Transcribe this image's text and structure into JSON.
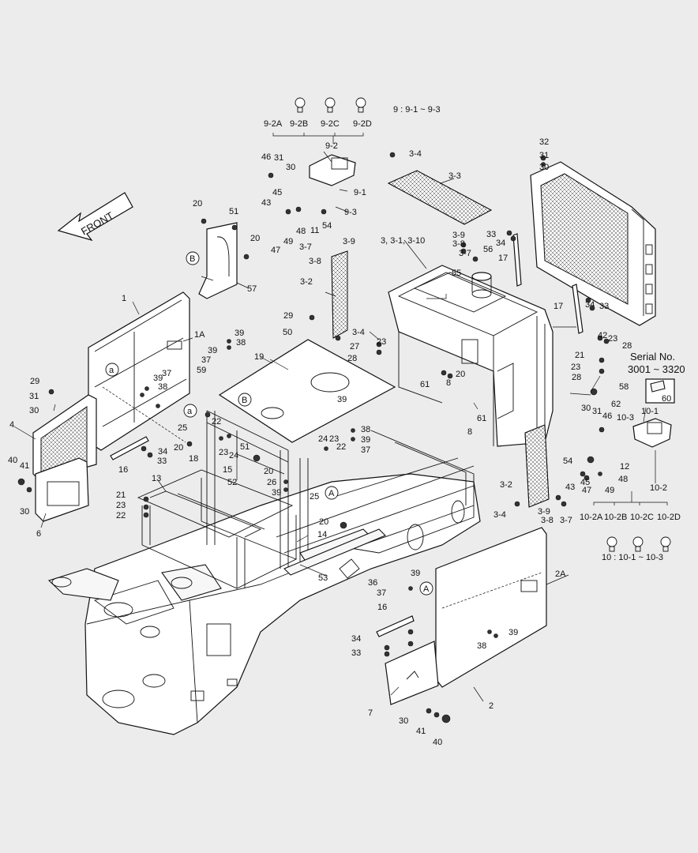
{
  "front_arrow": {
    "label": "FRONT"
  },
  "serial": {
    "title": "Serial No.",
    "range": "3001 ~ 3320"
  },
  "notes": {
    "group9": "9 : 9-1 ~ 9-3",
    "group10": "10 : 10-1 ~ 10-3"
  },
  "callouts": {
    "a": "a",
    "b": "B",
    "c": "A"
  },
  "part_numbers": [
    "1",
    "1A",
    "2",
    "2A",
    "3-2",
    "3-3",
    "3-4",
    "3-7",
    "3-8",
    "3-9",
    "3, 3-1, 3-10",
    "4",
    "6",
    "7",
    "8",
    "9-1",
    "9-2",
    "9-3",
    "9-2A",
    "9-2B",
    "9-2C",
    "9-2D",
    "10-1",
    "10-2",
    "10-3",
    "10-2A",
    "10-2B",
    "10-2C",
    "10-2D",
    "11",
    "12",
    "13",
    "14",
    "15",
    "16",
    "17",
    "18",
    "19",
    "20",
    "21",
    "22",
    "23",
    "24",
    "25",
    "26",
    "27",
    "28",
    "29",
    "30",
    "31",
    "32",
    "33",
    "34",
    "36",
    "37",
    "38",
    "39",
    "40",
    "41",
    "42",
    "43",
    "45",
    "46",
    "47",
    "48",
    "49",
    "50",
    "51",
    "52",
    "53",
    "54",
    "55",
    "56",
    "57",
    "58",
    "59",
    "60",
    "61",
    "62"
  ]
}
